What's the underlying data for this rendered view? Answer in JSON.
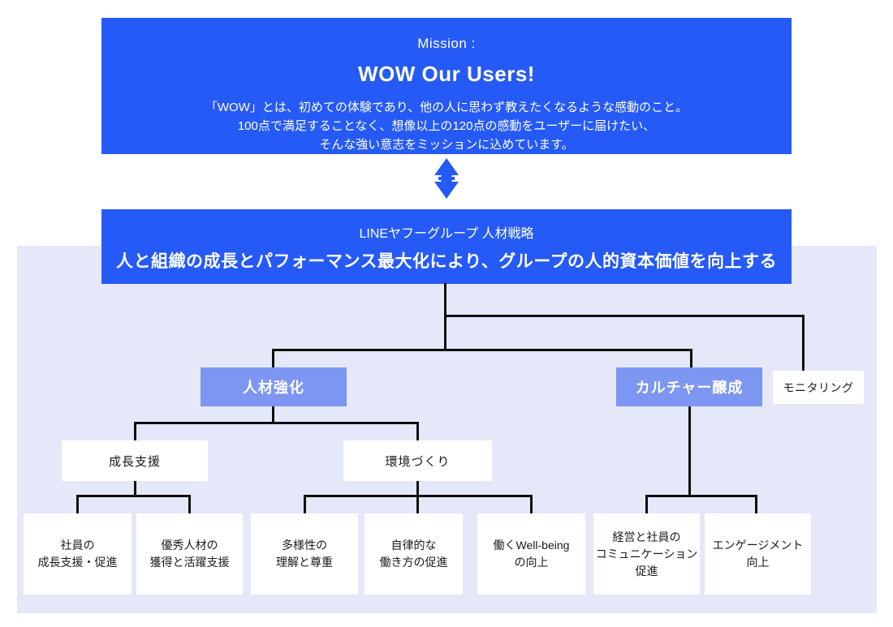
{
  "colors": {
    "primary_blue": "#265af6",
    "pillar_blue": "#7d96f2",
    "panel_background": "#e4e8f8",
    "connector_line": "#0e0e0e"
  },
  "mission": {
    "label": "Mission :",
    "title": "WOW Our Users!",
    "description_lines": [
      "「WOW」とは、初めての体験であり、他の人に思わず教えたくなるような感動のこと。",
      "100点で満足することなく、想像以上の120点の感動をユーザーに届けたい、",
      "そんな強い意志をミッションに込めています。"
    ]
  },
  "icons": {
    "double_arrow": "up-down-arrow"
  },
  "strategy": {
    "label": "LINEヤフーグループ 人材戦略",
    "title": "人と組織の成長とパフォーマンス最大化により、グループの人的資本価値を向上する"
  },
  "tree": {
    "pillars": [
      {
        "label": "人材強化"
      },
      {
        "label": "カルチャー醸成"
      },
      {
        "label": "モニタリング"
      }
    ],
    "sub_themes": [
      {
        "label": "成長支援"
      },
      {
        "label": "環境づくり"
      }
    ],
    "initiatives": [
      {
        "lines": [
          "社員の",
          "成長支援・促進"
        ]
      },
      {
        "lines": [
          "優秀人材の",
          "獲得と活躍支援"
        ]
      },
      {
        "lines": [
          "多様性の",
          "理解と尊重"
        ]
      },
      {
        "lines": [
          "自律的な",
          "働き方の促進"
        ]
      },
      {
        "lines": [
          "働くWell-being",
          "の向上"
        ]
      },
      {
        "lines": [
          "経営と社員の",
          "コミュニケーション",
          "促進"
        ]
      },
      {
        "lines": [
          "エンゲージメント",
          "向上"
        ]
      }
    ]
  }
}
